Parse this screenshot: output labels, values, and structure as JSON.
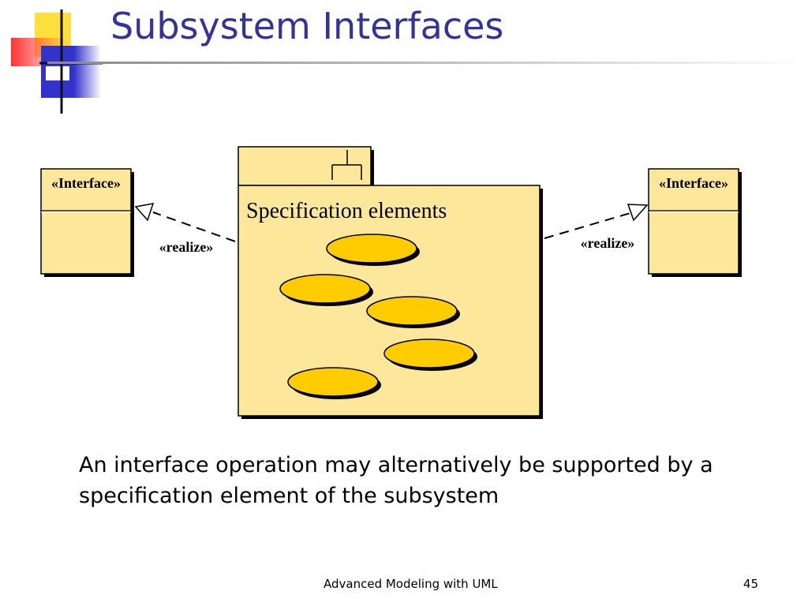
{
  "slide": {
    "title": "Subsystem Interfaces",
    "body": "An interface operation may alternatively be supported by a specification element of the subsystem",
    "footer_center": "Advanced Modeling with UML",
    "page_number": "45"
  },
  "diagram": {
    "left_interface_label": "«Interface»",
    "right_interface_label": "«Interface»",
    "left_realize_label": "«realize»",
    "right_realize_label": "«realize»",
    "package_label": "Specification elements",
    "use_case_count": 5
  },
  "colors": {
    "title": "#333399",
    "class_fill": "#fde79a",
    "use_case_fill": "#ffcc00",
    "logo_yellow": "#ffdf3c",
    "logo_red": "#ff3333",
    "logo_blue": "#3333cc"
  }
}
